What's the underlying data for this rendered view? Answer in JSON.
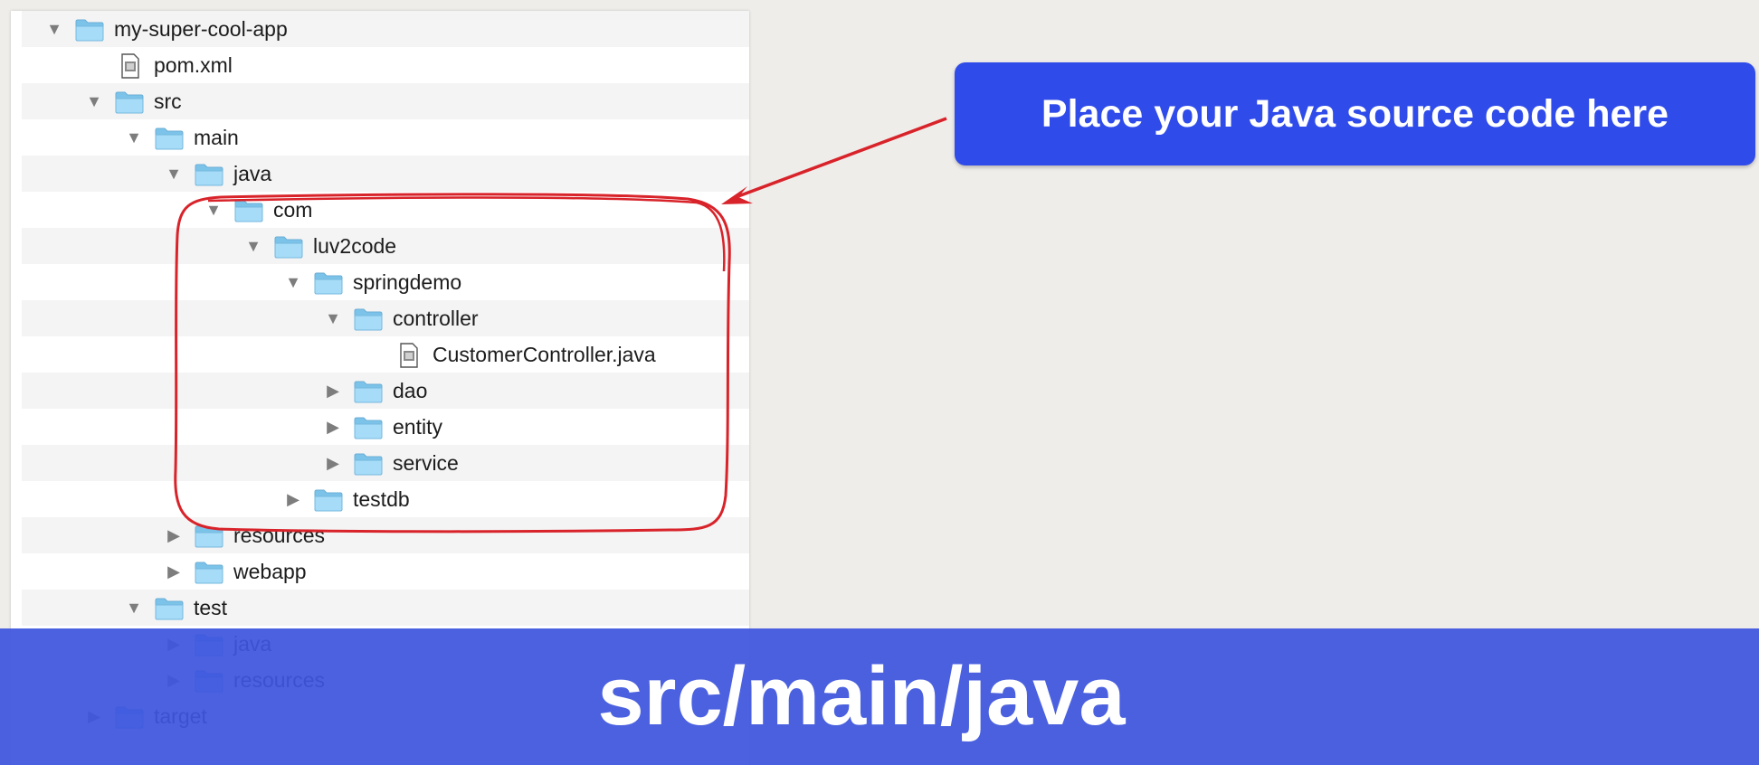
{
  "tree": {
    "items": [
      {
        "label": "my-super-cool-app",
        "kind": "folder",
        "state": "expanded",
        "icon": "folder-icon"
      },
      {
        "label": "pom.xml",
        "kind": "file",
        "state": "none",
        "icon": "file-icon"
      },
      {
        "label": "src",
        "kind": "folder",
        "state": "expanded",
        "icon": "folder-icon"
      },
      {
        "label": "main",
        "kind": "folder",
        "state": "expanded",
        "icon": "folder-icon"
      },
      {
        "label": "java",
        "kind": "folder",
        "state": "expanded",
        "icon": "folder-icon"
      },
      {
        "label": "com",
        "kind": "folder",
        "state": "expanded",
        "icon": "folder-icon"
      },
      {
        "label": "luv2code",
        "kind": "folder",
        "state": "expanded",
        "icon": "folder-icon"
      },
      {
        "label": "springdemo",
        "kind": "folder",
        "state": "expanded",
        "icon": "folder-icon"
      },
      {
        "label": "controller",
        "kind": "folder",
        "state": "expanded",
        "icon": "folder-icon"
      },
      {
        "label": "CustomerController.java",
        "kind": "file",
        "state": "none",
        "icon": "file-icon"
      },
      {
        "label": "dao",
        "kind": "folder",
        "state": "collapsed",
        "icon": "folder-icon"
      },
      {
        "label": "entity",
        "kind": "folder",
        "state": "collapsed",
        "icon": "folder-icon"
      },
      {
        "label": "service",
        "kind": "folder",
        "state": "collapsed",
        "icon": "folder-icon"
      },
      {
        "label": "testdb",
        "kind": "folder",
        "state": "collapsed",
        "icon": "folder-icon"
      },
      {
        "label": "resources",
        "kind": "folder",
        "state": "collapsed",
        "icon": "folder-icon"
      },
      {
        "label": "webapp",
        "kind": "folder",
        "state": "collapsed",
        "icon": "folder-icon"
      },
      {
        "label": "test",
        "kind": "folder",
        "state": "expanded",
        "icon": "folder-icon"
      },
      {
        "label": "java",
        "kind": "folder",
        "state": "collapsed",
        "icon": "folder-icon"
      },
      {
        "label": "resources",
        "kind": "folder",
        "state": "collapsed",
        "icon": "folder-icon"
      },
      {
        "label": "target",
        "kind": "folder",
        "state": "collapsed",
        "icon": "folder-icon"
      }
    ]
  },
  "callout": {
    "text": "Place your Java source code here"
  },
  "banner": {
    "text": "src/main/java"
  },
  "colors": {
    "callout_bg": "#2f4bea",
    "banner_bg": "#3d55de",
    "annotation_red": "#d8232a",
    "folder_fill": "#9fd7f5"
  }
}
